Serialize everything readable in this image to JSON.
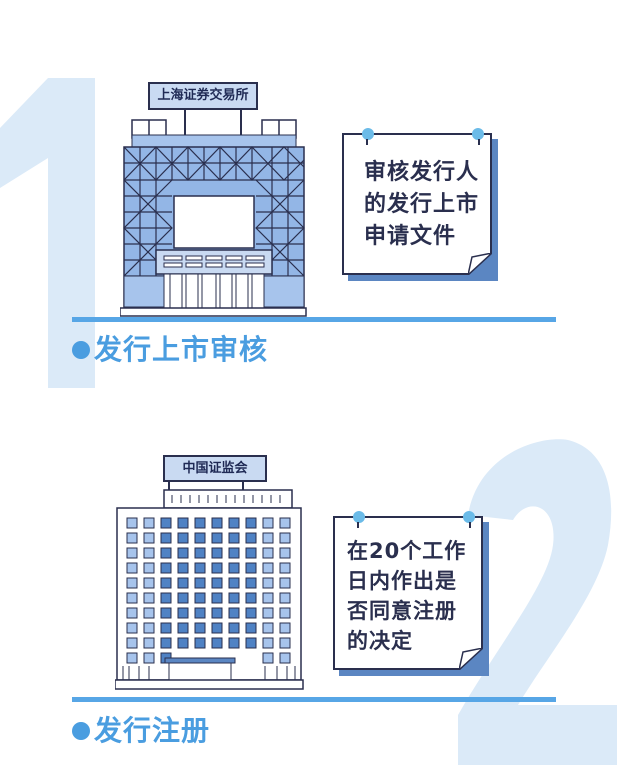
{
  "steps": [
    {
      "number": "1",
      "title": "发行上市审核",
      "building_sign": "上海证券交易所",
      "note_lines": [
        "审核发行人",
        "的发行上市",
        "申请文件"
      ]
    },
    {
      "number": "2",
      "title": "发行注册",
      "building_sign": "中国证监会",
      "note_lines": [
        "在20个工作",
        "日内作出是",
        "否同意注册",
        "的决定"
      ]
    }
  ],
  "colors": {
    "accent": "#4a9de0",
    "big_number": "#dbeaf8",
    "outline": "#2a2f4e",
    "building_fill": "#93b6e6",
    "building_dark": "#4f82c4",
    "pin": "#6bbbe8"
  }
}
